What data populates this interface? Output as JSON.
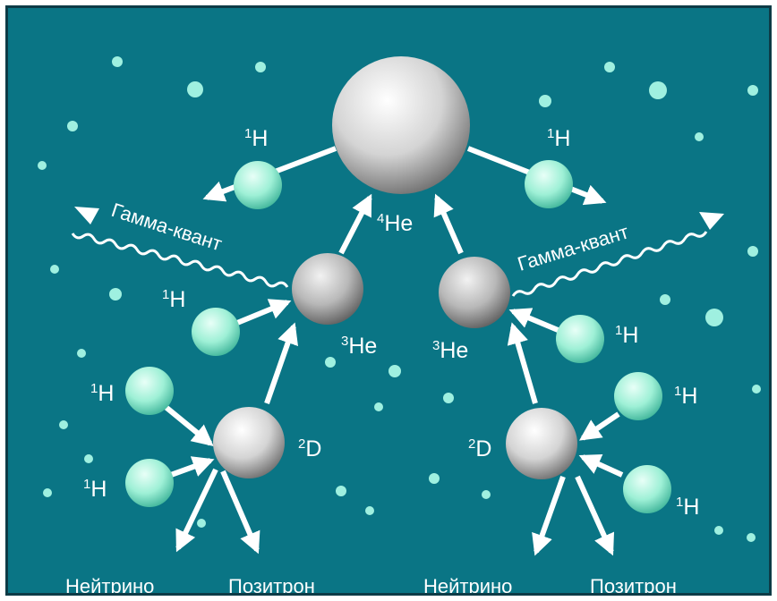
{
  "colors": {
    "background": "#0a7585",
    "border": "#0d3b46",
    "proton": "#9ef0d6",
    "nucleus": "#d9d9d9",
    "arrow": "#ffffff"
  },
  "particles": {
    "proton": {
      "base": "H",
      "sup": "1"
    },
    "deuterium": {
      "base": "D",
      "sup": "2"
    },
    "helium3": {
      "base": "He",
      "sup": "3"
    },
    "helium4": {
      "base": "He",
      "sup": "4"
    }
  },
  "labels": {
    "gamma": "Гамма-квант",
    "neutrino": "Нейтрино",
    "positron": "Позитрон"
  }
}
